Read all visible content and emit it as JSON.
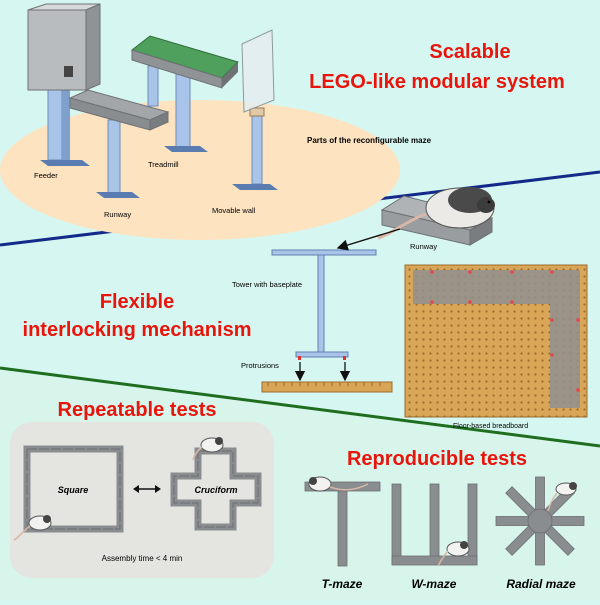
{
  "headings": {
    "scalable_line1": "Scalable",
    "scalable_line2": "LEGO-like modular system",
    "flexible_line1": "Flexible",
    "flexible_line2": "interlocking mechanism",
    "repeatable": "Repeatable tests",
    "reproducible": "Reproducible tests"
  },
  "parts": {
    "caption": "Parts of the reconfigurable maze",
    "feeder": "Feeder",
    "treadmill": "Treadmill",
    "runway": "Runway",
    "movable_wall": "Movable wall"
  },
  "mechanism": {
    "runway": "Runway",
    "tower": "Tower with baseplate",
    "protrusions": "Protrusions",
    "breadboard": "Floor-based breadboard"
  },
  "repeatable": {
    "square": "Square",
    "cruciform": "Cruciform",
    "assembly": "Assembly time < 4 min"
  },
  "reproducible": {
    "t_maze": "T-maze",
    "w_maze": "W-maze",
    "radial": "Radial maze"
  },
  "colors": {
    "heading_red": "#e8150c",
    "background": "#d6f7f1",
    "platform": "#fde3c0",
    "wall_gray": "#8f9396",
    "leg_blue": "#a8c4e8",
    "belt_green": "#4fa05c",
    "board": "#d9a657",
    "divider_blue": "#132a8a",
    "divider_green": "#1f6e1f"
  }
}
